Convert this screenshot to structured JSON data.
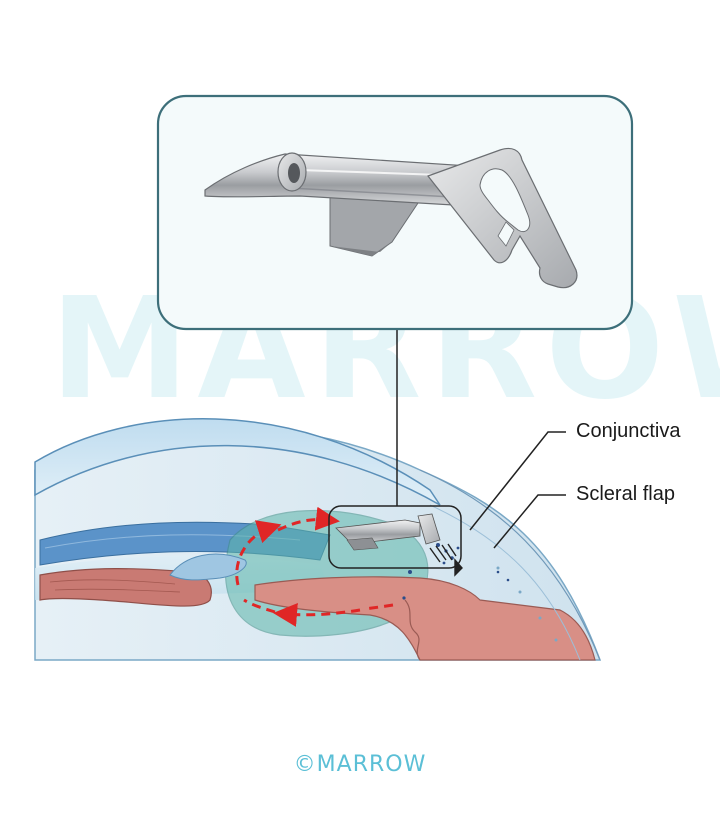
{
  "labels": {
    "conjunctiva": "Conjunctiva",
    "scleral_flap": "Scleral flap"
  },
  "watermark": "MARROW",
  "copyright": "©MARROW",
  "colors": {
    "callout_border": "#3d6f7a",
    "callout_fill": "#f4fafb",
    "implant_metal": "#b9bcc0",
    "cornea": "#4f8ec4",
    "iris": "#c97a73",
    "ciliary_body": "#d88f86",
    "bleb": "#5db6aa",
    "flow_arrows": "#e02626",
    "brand": "#5bbfd6"
  },
  "icons": {
    "implant": "drainage-device-icon",
    "flow": "aqueous-flow-arrow-icon"
  }
}
